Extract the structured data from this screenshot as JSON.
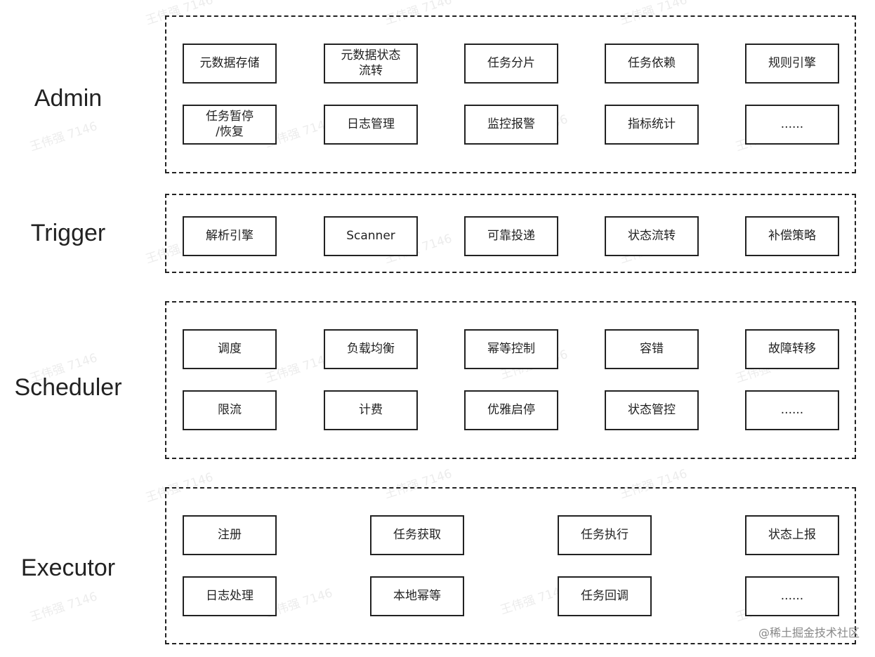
{
  "layers": {
    "admin": {
      "label": "Admin",
      "modules": [
        "元数据存储",
        "元数据状态\n流转",
        "任务分片",
        "任务依赖",
        "规则引擎",
        "任务暂停\n/恢复",
        "日志管理",
        "监控报警",
        "指标统计",
        "......"
      ]
    },
    "trigger": {
      "label": "Trigger",
      "modules": [
        "解析引擎",
        "Scanner",
        "可靠投递",
        "状态流转",
        "补偿策略"
      ]
    },
    "scheduler": {
      "label": "Scheduler",
      "modules": [
        "调度",
        "负载均衡",
        "幂等控制",
        "容错",
        "故障转移",
        "限流",
        "计费",
        "优雅启停",
        "状态管控",
        "......"
      ]
    },
    "executor": {
      "label": "Executor",
      "modules": [
        "注册",
        "任务获取",
        "任务执行",
        "状态上报",
        "日志处理",
        "本地幂等",
        "任务回调",
        "......"
      ]
    }
  },
  "watermark": "王伟强 7146",
  "credit": "@稀土掘金技术社区"
}
